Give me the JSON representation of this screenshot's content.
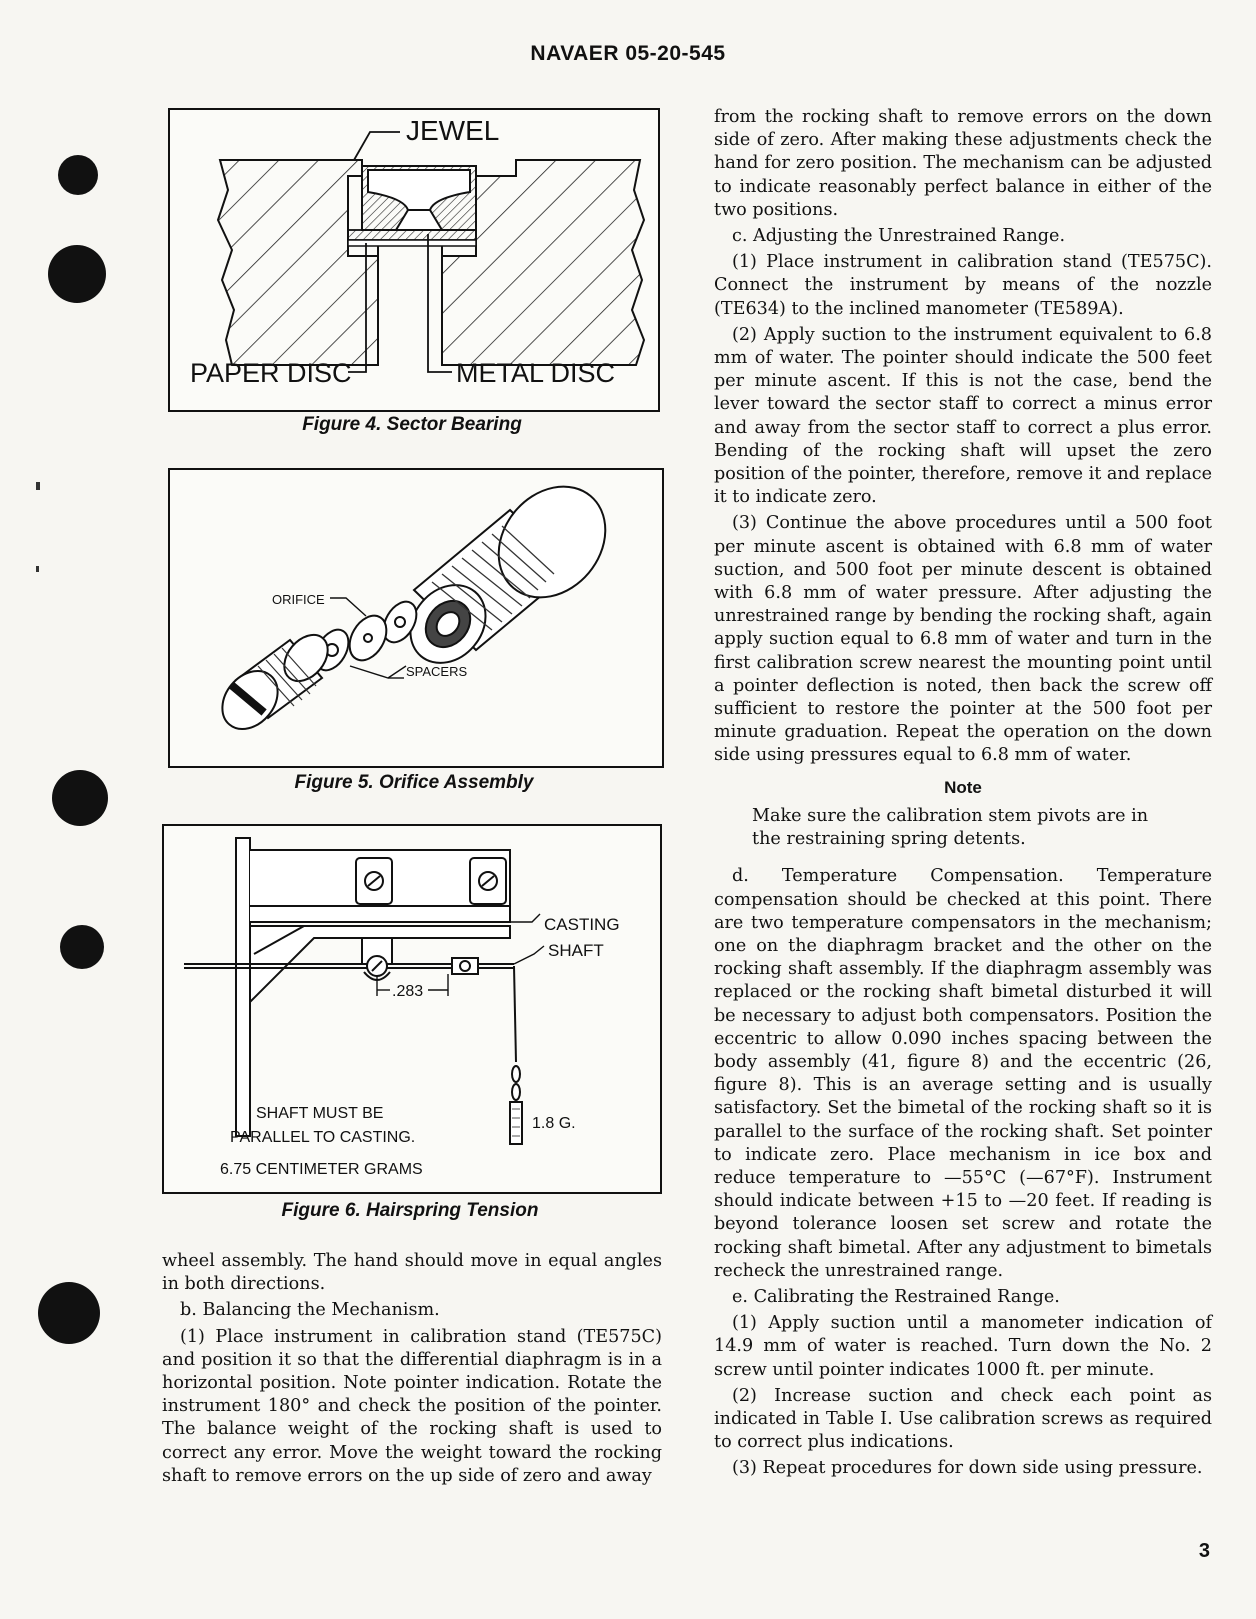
{
  "header": "NAVAER 05-20-545",
  "page_number": "3",
  "figures": {
    "fig4": {
      "caption": "Figure 4.  Sector Bearing",
      "labels": {
        "jewel": "JEWEL",
        "paper_disc": "PAPER DISC",
        "metal_disc": "METAL DISC"
      }
    },
    "fig5": {
      "caption": "Figure 5.  Orifice Assembly",
      "labels": {
        "orifice": "ORIFICE",
        "spacers": "SPACERS"
      }
    },
    "fig6": {
      "caption": "Figure 6.  Hairspring Tension",
      "labels": {
        "casting": "CASTING",
        "shaft": "SHAFT",
        "dimension": ".283",
        "weight": "1.8 G.",
        "note_line1": "SHAFT MUST BE",
        "note_line2": "PARALLEL TO CASTING.",
        "note_line3": "6.75 CENTIMETER GRAMS"
      }
    }
  },
  "left_column": {
    "p1": "wheel assembly. The hand should move in equal angles in both directions.",
    "p2": "b. Balancing the Mechanism.",
    "p3": "(1) Place instrument in calibration stand (TE575C) and position it so that the differential diaphragm is in a horizontal position. Note pointer indication. Rotate the instrument 180° and check the position of the pointer. The balance weight of the rocking shaft is used to correct any error. Move the weight toward the rocking shaft to remove errors on the up side of zero and away"
  },
  "right_column": {
    "p1": "from the rocking shaft to remove errors on the down side of zero. After making these adjustments check the hand for zero position. The mechanism can be adjusted to indicate reasonably perfect balance in either of the two positions.",
    "p2": "c. Adjusting the Unrestrained Range.",
    "p3": "(1) Place instrument in calibration stand (TE575C). Connect the instrument by means of the nozzle (TE634) to the inclined manometer (TE589A).",
    "p4": "(2) Apply suction to the instrument equivalent to 6.8 mm of water. The pointer should indicate the 500 feet per minute ascent. If this is not the case, bend the lever toward the sector staff to correct a minus error and away from the sector staff to correct a plus error. Bending of the rocking shaft will upset the zero position of the pointer, therefore, remove it and replace it to indicate zero.",
    "p5": "(3) Continue the above procedures until a 500 foot per minute ascent is obtained with 6.8 mm of water suction, and 500 foot per minute descent is obtained with 6.8 mm of water pressure. After adjusting the unrestrained range by bending the rocking shaft, again apply suction equal to 6.8 mm of water and turn in the first calibration screw nearest the mounting point until a pointer deflection is noted, then back the screw off sufficient to restore the pointer at the 500 foot per minute graduation. Repeat the operation on the down side using pressures equal to 6.8 mm of water.",
    "note_title": "Note",
    "note_body": "Make sure the calibration stem pivots are in the restraining spring detents.",
    "p6": "d. Temperature Compensation. Temperature compensation should be checked at this point. There are two temperature compensators in the mechanism; one on the diaphragm bracket and the other on the rocking shaft assembly. If the diaphragm assembly was replaced or the rocking shaft bimetal disturbed it will be necessary to adjust both compensators. Position the eccentric to allow 0.090 inches spacing between the body assembly (41, figure 8) and the eccentric (26, figure 8). This is an average setting and is usually satisfactory. Set the bimetal of the rocking shaft so it is parallel to the surface of the rocking shaft. Set pointer to indicate zero. Place mechanism in ice box and reduce temperature to —55°C (—67°F). Instrument should indicate between +15 to —20 feet. If reading is beyond tolerance loosen set screw and rotate the rocking shaft bimetal. After any adjustment to bimetals recheck the unrestrained range.",
    "p7": "e. Calibrating the Restrained Range.",
    "p8": "(1) Apply suction until a manometer indication of 14.9 mm of water is reached. Turn down the No. 2 screw until pointer indicates 1000 ft. per minute.",
    "p9": "(2) Increase suction and check each point as indicated in Table I. Use calibration screws as required to correct plus indications.",
    "p10": "(3) Repeat procedures for down side using pressure."
  }
}
